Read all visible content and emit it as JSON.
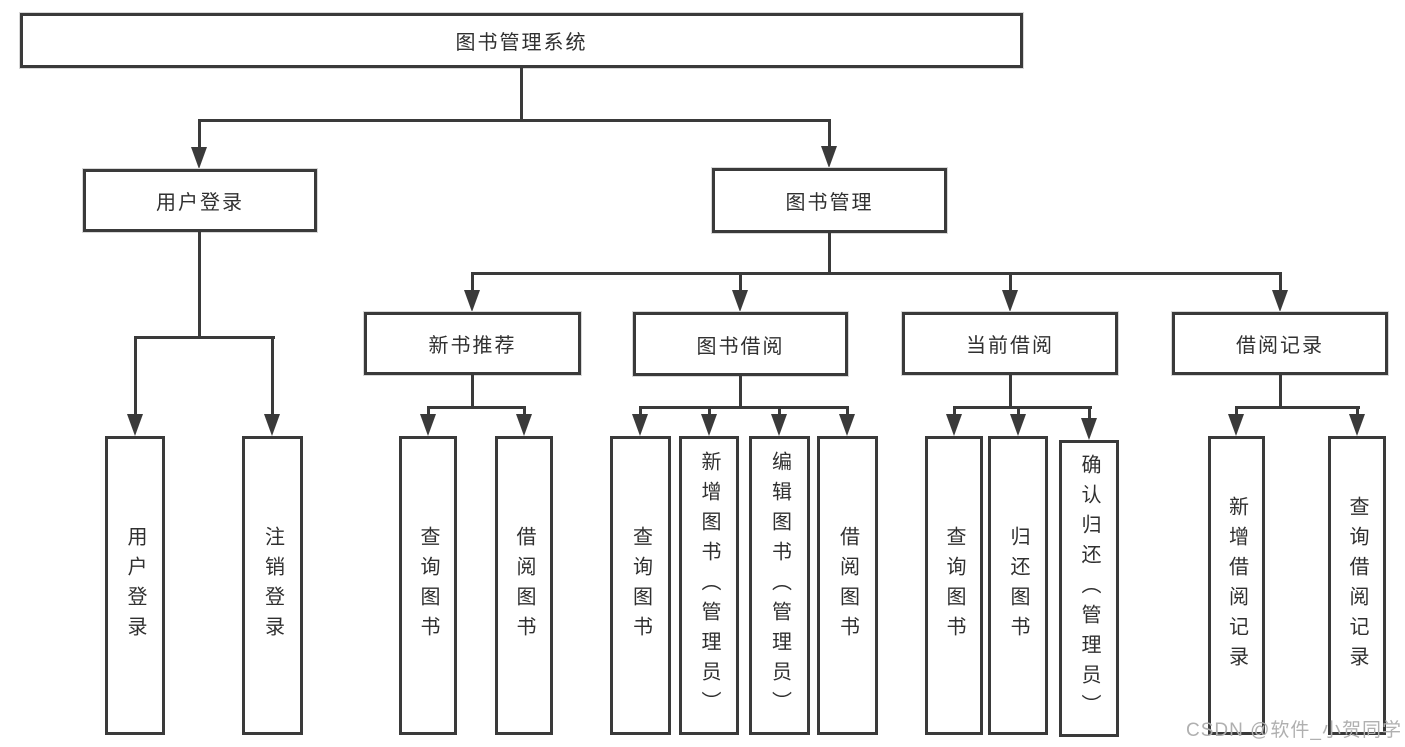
{
  "colors": {
    "line": "#3a3a3a",
    "text": "#303030",
    "watermark": "#b0b0b0",
    "background": "#ffffff"
  },
  "watermark": "CSDN @软件_小贺同学",
  "nodes": {
    "root": "图书管理系统",
    "l1": [
      "用户登录",
      "图书管理"
    ],
    "l2": [
      "新书推荐",
      "图书借阅",
      "当前借阅",
      "借阅记录"
    ],
    "leaves_user": [
      "用户登录",
      "注销登录"
    ],
    "leaves_newbook": [
      "查询图书",
      "借阅图书"
    ],
    "leaves_borrow": [
      "查询图书",
      "新增图书（管理员）",
      "编辑图书（管理员）",
      "借阅图书"
    ],
    "leaves_current": [
      "查询图书",
      "归还图书",
      "确认归还（管理员）"
    ],
    "leaves_records": [
      "新增借阅记录",
      "查询借阅记录"
    ]
  }
}
